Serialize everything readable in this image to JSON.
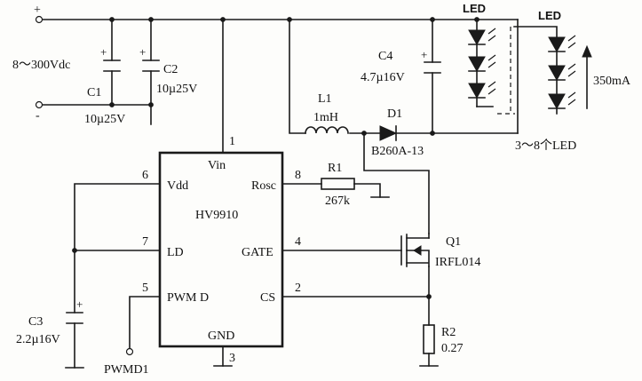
{
  "input": {
    "voltage": "8～300Vdc",
    "plus": "+",
    "minus": "-"
  },
  "capacitors": {
    "c1": {
      "name": "C1",
      "value": "10µ25V"
    },
    "c2": {
      "name": "C2",
      "value": "10µ25V"
    },
    "c3": {
      "name": "C3",
      "value": "2.2µ16V"
    },
    "c4": {
      "name": "C4",
      "value": "4.7µ16V"
    }
  },
  "ic": {
    "part": "HV9910",
    "pins": {
      "vin": {
        "label": "Vin",
        "num": "1"
      },
      "vdd": {
        "label": "Vdd",
        "num": "6"
      },
      "ld": {
        "label": "LD",
        "num": "7"
      },
      "pwmd": {
        "label": "PWM D",
        "num": "5"
      },
      "gnd": {
        "label": "GND",
        "num": "3"
      },
      "rosc": {
        "label": "Rosc",
        "num": "8"
      },
      "gate": {
        "label": "GATE",
        "num": "4"
      },
      "cs": {
        "label": "CS",
        "num": "2"
      }
    }
  },
  "inductor": {
    "name": "L1",
    "value": "1mH"
  },
  "diode": {
    "name": "D1",
    "part": "B260A-13"
  },
  "r1": {
    "name": "R1",
    "value": "267k"
  },
  "r2": {
    "name": "R2",
    "value": "0.27"
  },
  "q1": {
    "name": "Q1",
    "part": "IRFL014"
  },
  "leds": {
    "label_left": "LED",
    "label_right": "LED",
    "count": "3～8个LED",
    "current": "350mA"
  },
  "pwm_terminal": "PWMD1"
}
